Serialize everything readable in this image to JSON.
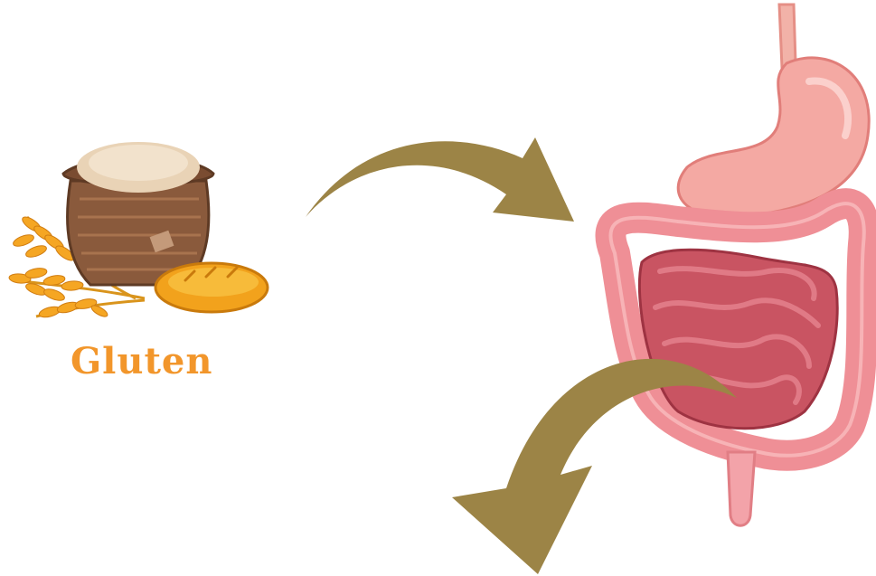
{
  "food": {
    "label": "Gluten",
    "label_color": "#f2962b",
    "icon": "flour-sack-wheat-bread-icon"
  },
  "organ": {
    "icon": "digestive-system-icon"
  },
  "arrows": {
    "color": "#9c8446",
    "first": "gluten-to-digestive-arrow",
    "second": "digestive-onward-arrow"
  }
}
